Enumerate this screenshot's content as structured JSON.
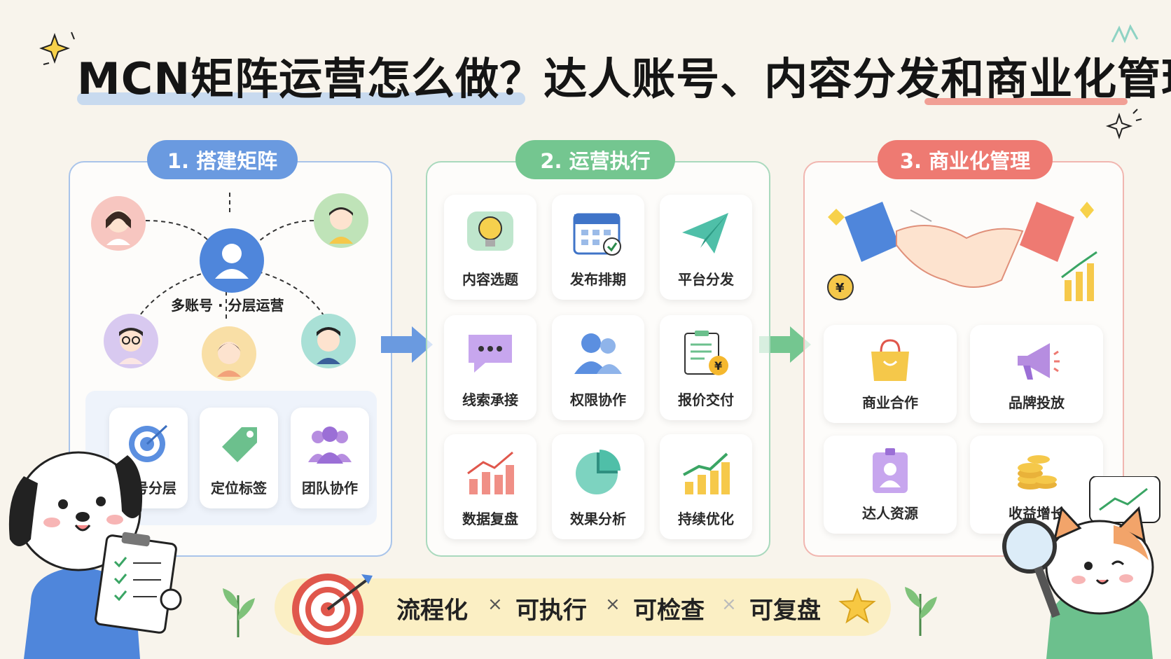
{
  "title": {
    "text": "MCN矩阵运营怎么做？达人账号、内容分发和商业化管理"
  },
  "panels": [
    {
      "heading": "1. 搭建矩阵",
      "center_label": "多账号 · 分层运营",
      "cards": [
        "账号分层",
        "定位标签",
        "团队协作"
      ]
    },
    {
      "heading": "2. 运营执行",
      "cards": [
        "内容选题",
        "发布排期",
        "平台分发",
        "线索承接",
        "权限协作",
        "报价交付",
        "数据复盘",
        "效果分析",
        "持续优化"
      ]
    },
    {
      "heading": "3. 商业化管理",
      "cards": [
        "商业合作",
        "品牌投放",
        "达人资源",
        "收益增长"
      ]
    }
  ],
  "banner": {
    "items": [
      "流程化",
      "可执行",
      "可检查",
      "可复盘"
    ],
    "separator": "×"
  },
  "colors": {
    "blue": "#6a9ae0",
    "green": "#74c690",
    "red": "#ee7a72",
    "background": "#f8f4ec"
  },
  "icons": {
    "panel1": [
      "target-icon",
      "tag-icon",
      "team-icon"
    ],
    "panel2": [
      "lightbulb-icon",
      "calendar-icon",
      "paper-plane-icon",
      "chat-bubble-icon",
      "users-icon",
      "quote-clipboard-icon",
      "bar-chart-up-icon",
      "pie-chart-icon",
      "growth-chart-icon"
    ],
    "panel3": [
      "shopping-bag-icon",
      "megaphone-icon",
      "id-badge-icon",
      "coin-stack-icon"
    ]
  }
}
